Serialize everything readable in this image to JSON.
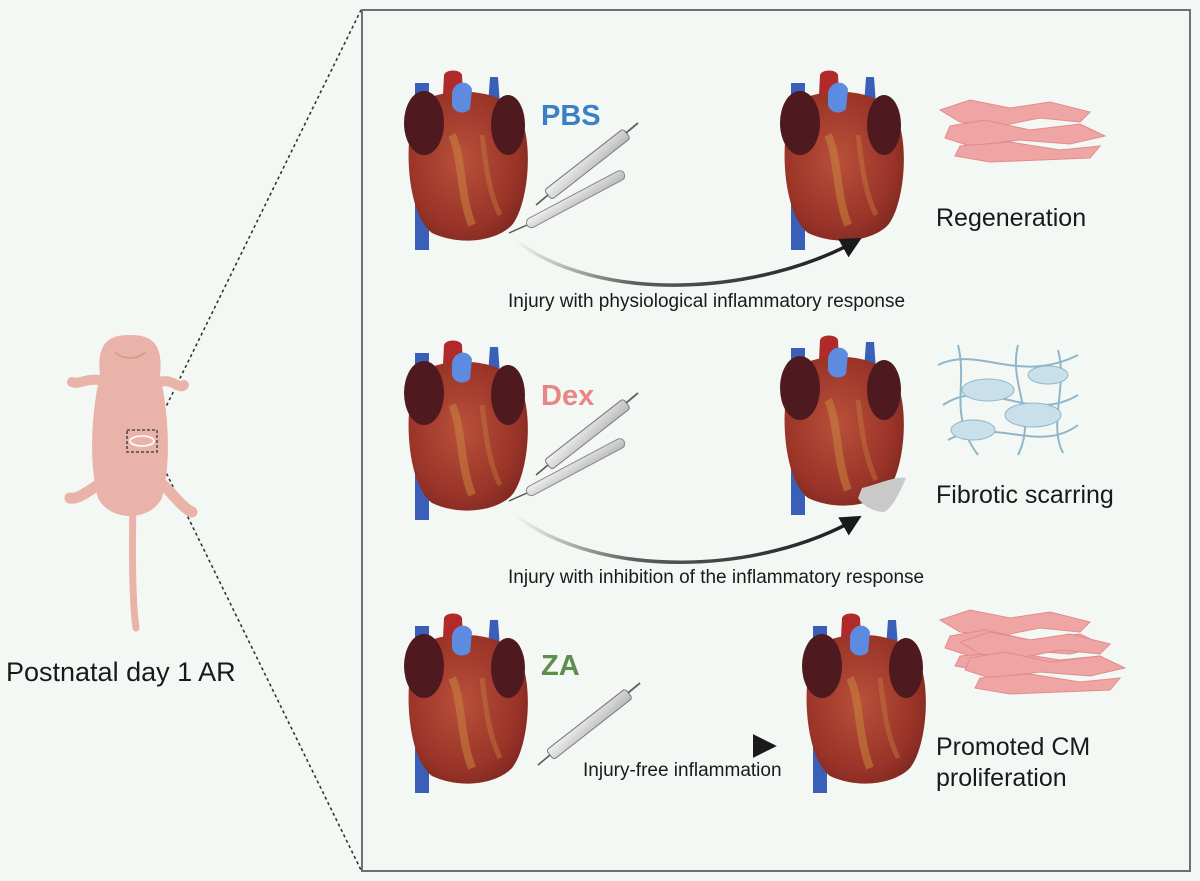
{
  "specimen_label": "Postnatal day 1 AR",
  "rows": [
    {
      "id": "pbs",
      "drug": "PBS",
      "drug_color": "#3b7fc4",
      "caption": "Injury with physiological inflammatory response",
      "outcome": [
        "Regeneration"
      ]
    },
    {
      "id": "dex",
      "drug": "Dex",
      "drug_color": "#e88585",
      "caption": "Injury with  inhibition of the inflammatory response",
      "outcome": [
        "Fibrotic scarring"
      ]
    },
    {
      "id": "za",
      "drug": "ZA",
      "drug_color": "#5b8f4b",
      "caption": "Injury-free inflammation",
      "outcome": [
        "Promoted CM",
        "proliferation"
      ]
    }
  ],
  "colors": {
    "panel_border": "#707070",
    "panel_bg": "#f4f8f4",
    "heart": "#a23a2e",
    "atrium": "#4e1a1f",
    "vessel": "#3a5fb8",
    "aorta_highlight": "#5c8be0",
    "rat_body": "#eab3aa",
    "cardiomyocyte": "#f0a5a5",
    "fibroblast": "#8fb7cc",
    "scar": "#c9c9c9"
  }
}
